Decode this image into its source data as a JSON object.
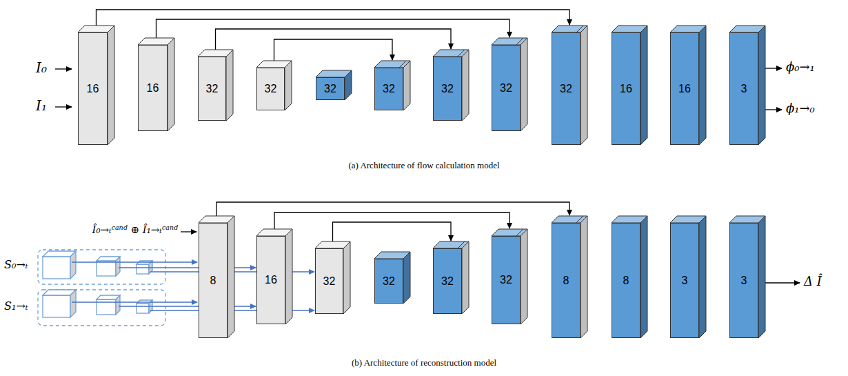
{
  "diagram": {
    "nodes": [
      {
        "text": [
          "16"
        ]
      },
      {
        "text": [
          "16"
        ]
      },
      {
        "text": [
          "32"
        ]
      },
      {
        "text": [
          "32"
        ]
      },
      {
        "text": [
          "32"
        ]
      },
      {
        "text": [
          "32"
        ]
      },
      {
        "text": [
          "32"
        ]
      },
      {
        "text": [
          "32"
        ]
      },
      {
        "text": [
          "32"
        ]
      },
      {
        "text": [
          "16"
        ]
      },
      {
        "text": [
          "16"
        ]
      },
      {
        "text": [
          "3"
        ]
      },
      {
        "text": [
          "8"
        ]
      },
      {
        "text": [
          "16"
        ]
      },
      {
        "text": [
          "32"
        ]
      },
      {
        "text": [
          "32"
        ]
      },
      {
        "text": [
          "32"
        ]
      },
      {
        "text": [
          "32"
        ]
      },
      {
        "text": [
          "8"
        ]
      },
      {
        "text": [
          "8"
        ]
      },
      {
        "text": [
          "3"
        ]
      },
      {
        "text": [
          "3"
        ]
      }
    ],
    "edges": [
      {
        "from": 0,
        "to": 8,
        "arrow": "to"
      },
      {
        "from": 1,
        "to": 7,
        "arrow": "to"
      },
      {
        "from": 2,
        "to": 6,
        "arrow": "to"
      },
      {
        "from": 3,
        "to": 5,
        "arrow": "to"
      },
      {
        "from": 12,
        "to": 18,
        "arrow": "to"
      },
      {
        "from": 13,
        "to": 17,
        "arrow": "to"
      },
      {
        "from": 14,
        "to": 16,
        "arrow": "to"
      }
    ],
    "labels": [
      "I₀",
      "I₁",
      "ϕ₀→₁",
      "ϕ₁→₀",
      "(a) Architecture of flow calculation model",
      "Î₀→ₜᶜᵃⁿᵈ ⊕ Î₁→ₜᶜᵃⁿᵈ",
      "S₀→ₜ",
      "S₁→ₜ",
      "Δ Î",
      "(b) Architecture of reconstruction model"
    ]
  }
}
